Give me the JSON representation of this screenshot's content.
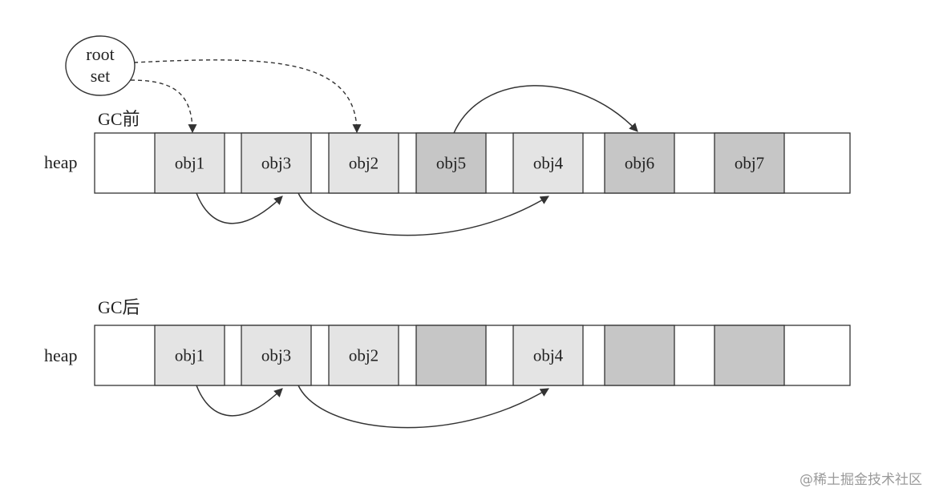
{
  "root": {
    "line1": "root",
    "line2": "set"
  },
  "before": {
    "title": "GC前",
    "heap_label": "heap",
    "cells": [
      {
        "label": "",
        "color": "#ffffff"
      },
      {
        "label": "obj1",
        "color": "#e4e4e4"
      },
      {
        "label": "",
        "color": "#ffffff"
      },
      {
        "label": "obj3",
        "color": "#e4e4e4"
      },
      {
        "label": "",
        "color": "#ffffff"
      },
      {
        "label": "obj2",
        "color": "#e4e4e4"
      },
      {
        "label": "",
        "color": "#ffffff"
      },
      {
        "label": "obj5",
        "color": "#c6c6c6"
      },
      {
        "label": "",
        "color": "#ffffff"
      },
      {
        "label": "obj4",
        "color": "#e4e4e4"
      },
      {
        "label": "",
        "color": "#ffffff"
      },
      {
        "label": "obj6",
        "color": "#c6c6c6"
      },
      {
        "label": "",
        "color": "#ffffff"
      },
      {
        "label": "obj7",
        "color": "#c6c6c6"
      },
      {
        "label": "",
        "color": "#ffffff"
      }
    ]
  },
  "after": {
    "title": "GC后",
    "heap_label": "heap",
    "cells": [
      {
        "label": "",
        "color": "#ffffff"
      },
      {
        "label": "obj1",
        "color": "#e4e4e4"
      },
      {
        "label": "",
        "color": "#ffffff"
      },
      {
        "label": "obj3",
        "color": "#e4e4e4"
      },
      {
        "label": "",
        "color": "#ffffff"
      },
      {
        "label": "obj2",
        "color": "#e4e4e4"
      },
      {
        "label": "",
        "color": "#ffffff"
      },
      {
        "label": "",
        "color": "#c6c6c6"
      },
      {
        "label": "",
        "color": "#ffffff"
      },
      {
        "label": "obj4",
        "color": "#e4e4e4"
      },
      {
        "label": "",
        "color": "#ffffff"
      },
      {
        "label": "",
        "color": "#c6c6c6"
      },
      {
        "label": "",
        "color": "#ffffff"
      },
      {
        "label": "",
        "color": "#c6c6c6"
      },
      {
        "label": "",
        "color": "#ffffff"
      }
    ]
  },
  "watermark": "@稀土掘金技术社区"
}
